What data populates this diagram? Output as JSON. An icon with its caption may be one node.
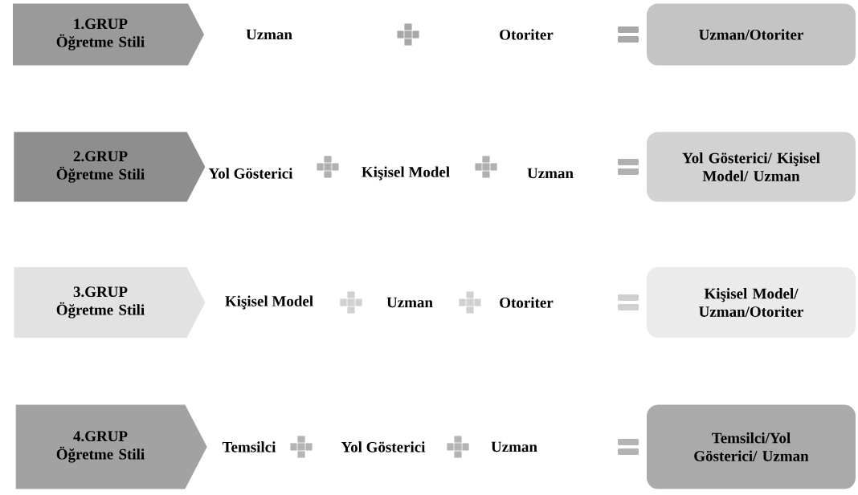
{
  "diagram": {
    "nodes": [
      {
        "text": [
          "1.GRUP Öğretme Stili"
        ]
      },
      {
        "text": [
          "Uzman/Otoriter"
        ]
      },
      {
        "text": [
          "2.GRUP Öğretme Stili"
        ]
      },
      {
        "text": [
          "Yol Gösterici/ Kişisel Model/ Uzman"
        ]
      },
      {
        "text": [
          "3.GRUP Öğretme Stili"
        ]
      },
      {
        "text": [
          "Kişisel Model/ Uzman/Otoriter"
        ]
      },
      {
        "text": [
          "4.GRUP Öğretme Stili"
        ]
      },
      {
        "text": [
          "Temsilci/Yol Gösterici/ Uzman"
        ]
      }
    ],
    "labels": [
      "Uzman",
      "Otoriter",
      "Yol Gösterici",
      "Kişisel Model",
      "Uzman",
      "Kişisel Model",
      "Uzman",
      "Otoriter",
      "Temsilci",
      "Yol Gösterici",
      "Uzman"
    ]
  }
}
